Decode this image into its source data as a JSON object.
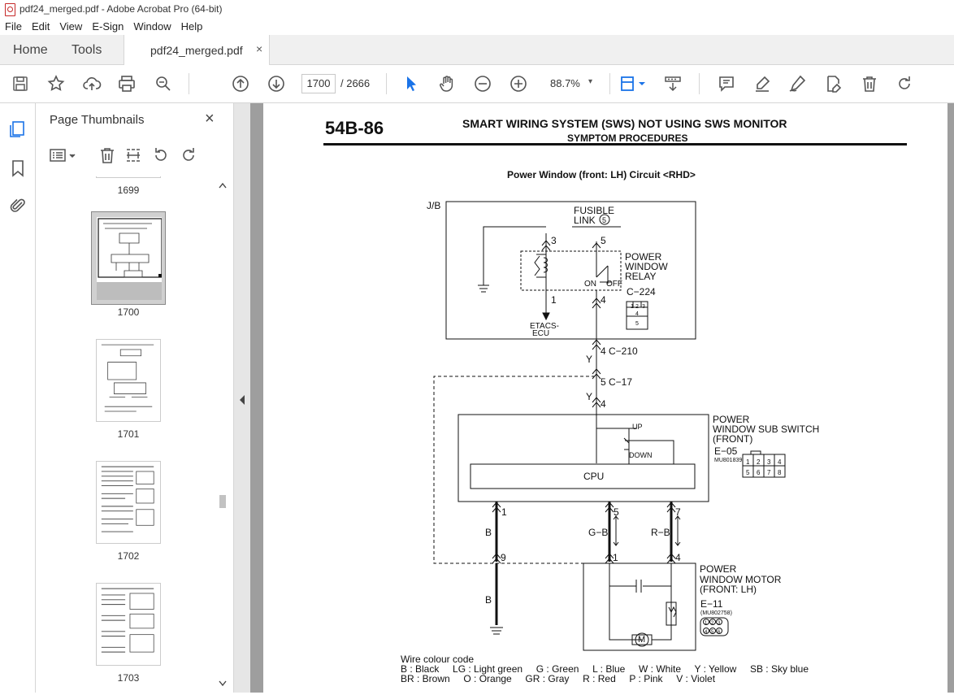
{
  "window": {
    "title": "pdf24_merged.pdf - Adobe Acrobat Pro (64-bit)"
  },
  "menu": [
    "File",
    "Edit",
    "View",
    "E-Sign",
    "Window",
    "Help"
  ],
  "tabs": {
    "home": "Home",
    "tools": "Tools",
    "document": "pdf24_merged.pdf",
    "close": "×"
  },
  "toolbar": {
    "current_page": "1700",
    "page_of": "/  2666",
    "zoom": "88.7%",
    "zoom_caret": "▾"
  },
  "panel": {
    "title": "Page Thumbnails",
    "close": "×",
    "thumbnails": [
      {
        "label": "1699",
        "selected": false
      },
      {
        "label": "1700",
        "selected": true
      },
      {
        "label": "1701",
        "selected": false
      },
      {
        "label": "1702",
        "selected": false
      },
      {
        "label": "1703",
        "selected": false
      }
    ]
  },
  "document": {
    "section_code": "54B-86",
    "header_title": "SMART WIRING SYSTEM (SWS) NOT USING SWS MONITOR",
    "header_subtitle": "SYMPTOM PROCEDURES",
    "diagram_title": "Power Window (front: LH) Circuit <RHD>",
    "labels": {
      "jb": "J/B",
      "fusible1": "FUSIBLE",
      "fusible2": "LINK",
      "fusible_num": "5",
      "pin3": "3",
      "pin5": "5",
      "relay1": "POWER",
      "relay2": "WINDOW",
      "relay3": "RELAY",
      "on": "ON",
      "off": "OFF",
      "c224": "C−224",
      "pin1": "1",
      "pin4": "4",
      "etacs1": "ETACS-",
      "etacs2": "ECU",
      "c210": "4  C−210",
      "y1": "Y",
      "c17": "5  C−17",
      "y2": "Y",
      "pin4b": "4",
      "sub1": "POWER",
      "sub2": "WINDOW SUB SWITCH",
      "sub3": "(FRONT)",
      "e05": "E−05",
      "mu801839": "MU801839",
      "up": "UP",
      "down": "DOWN",
      "cpu": "CPU",
      "s1": "1",
      "s5": "5",
      "s7": "7",
      "wb": "B",
      "wgb": "G−B",
      "wrb": "R−B",
      "s9": "9",
      "m1": "1",
      "m4": "4",
      "mot1": "POWER",
      "mot2": "WINDOW MOTOR",
      "mot3": "(FRONT: LH)",
      "e11": "E−11",
      "mu802758": "(MU802758)",
      "wb2": "B",
      "motor_m": "M",
      "c224_pins": [
        "1",
        "2",
        "3",
        "4",
        "5"
      ],
      "e05_pins": [
        "1",
        "2",
        "3",
        "4",
        "5",
        "6",
        "7",
        "8"
      ],
      "e11_pins": [
        "1",
        "2",
        "3",
        "4",
        "5",
        "6"
      ]
    },
    "legend": {
      "title": "Wire colour code",
      "line1": "B : Black     LG : Light green     G : Green     L : Blue     W : White     Y : Yellow     SB : Sky blue",
      "line2": "BR : Brown     O : Orange     GR : Gray     R : Red     P : Pink     V : Violet"
    }
  }
}
